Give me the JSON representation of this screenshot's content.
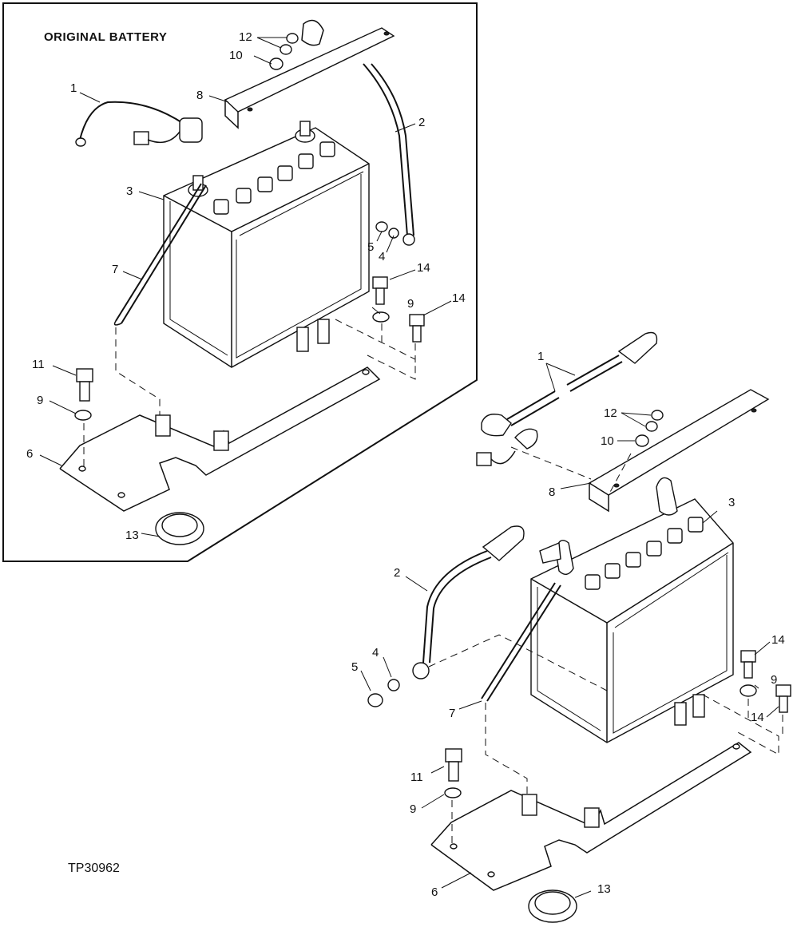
{
  "diagram": {
    "title": "ORIGINAL BATTERY",
    "figure_id": "TP30962",
    "inset_callouts": {
      "c1": "1",
      "c2": "2",
      "c3": "3",
      "c4": "4",
      "c5": "5",
      "c6": "6",
      "c7": "7",
      "c8": "8",
      "c9a": "9",
      "c9b": "9",
      "c10": "10",
      "c11": "11",
      "c12": "12",
      "c13": "13",
      "c14a": "14",
      "c14b": "14"
    },
    "main_callouts": {
      "c1": "1",
      "c2": "2",
      "c3": "3",
      "c4": "4",
      "c5": "5",
      "c6": "6",
      "c7": "7",
      "c8": "8",
      "c9a": "9",
      "c9b": "9",
      "c10": "10",
      "c11": "11",
      "c12": "12",
      "c13": "13",
      "c14a": "14",
      "c14b": "14"
    }
  }
}
